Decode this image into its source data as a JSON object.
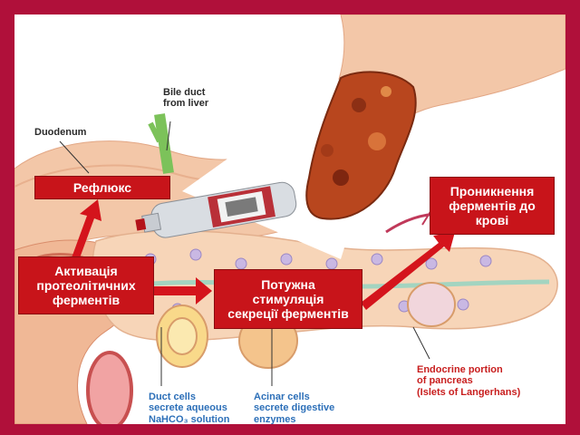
{
  "labels": {
    "duodenum": "Duodenum",
    "bile_duct_line1": "Bile duct",
    "bile_duct_line2": "from liver",
    "duct_cells_line1": "Duct cells",
    "duct_cells_line2": "secrete aqueous",
    "duct_cells_line3": "NaHCO₃ solution",
    "acinar_line1": "Acinar cells",
    "acinar_line2": "secrete digestive",
    "acinar_line3": "enzymes",
    "endocrine_line1": "Endocrine portion",
    "endocrine_line2": "of pancreas",
    "endocrine_line3": "(Islets of Langerhans)"
  },
  "boxes": {
    "reflux": "Рефлюкс",
    "activation_line1": "Активація",
    "activation_line2": "протеолітичних",
    "activation_line3": "ферментів",
    "stimulation_line1": "Потужна",
    "stimulation_line2": "стимуляція",
    "stimulation_line3": "секреції ферментів",
    "penetration_line1": "Проникнення",
    "penetration_line2": "ферментів до",
    "penetration_line3": "крові"
  },
  "colors": {
    "frame": "#b0103a",
    "box": "#c8141a",
    "arrow": "#d4141c",
    "blue_label": "#2c6fb8",
    "red_label": "#c81e1e"
  }
}
